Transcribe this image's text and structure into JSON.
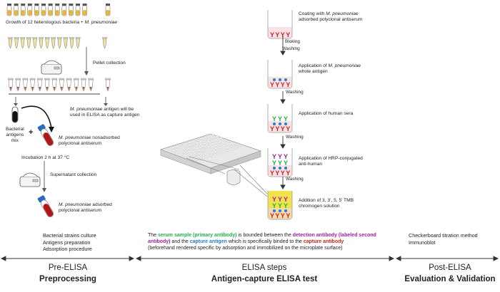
{
  "preprocessing": {
    "growth_label": "Growth of 12 heterologous bacteria",
    "plus": "+",
    "mpneu": "M. pneumoniae",
    "pellet": "Pellet collection",
    "antigen_note_a": "M. pneumoniae",
    "antigen_note_b": " antigen will be",
    "antigen_note_c": "used in ELISA as capture antigen",
    "bacterial_mix": [
      "Bacterial",
      "antigens",
      "mix"
    ],
    "plus2": "+",
    "nonadsorbed_a": "M. pneumoniae",
    "nonadsorbed_b": " nonadsorbed",
    "nonadsorbed_c": "polyclonal antiserum",
    "incubation": "Incubation 2 h at 37 °C",
    "supernatant": "Supernatant collection",
    "adsorbed_a": "M. pneumoniae",
    "adsorbed_b": " adsorbed",
    "adsorbed_c": "polyclonal antiserum"
  },
  "elisa_steps": [
    {
      "lines": [
        "Coating with ",
        "M. pneumoniae",
        "adsorbed polyclonal antiserum"
      ]
    },
    {
      "lines": [
        "Application of ",
        "M. pneumoniae",
        "whole antigen"
      ]
    },
    {
      "lines": [
        "Application of human sera",
        "",
        ""
      ]
    },
    {
      "lines": [
        "Application of HRP-conjugated",
        "",
        "anti-human"
      ]
    },
    {
      "lines": [
        "Addition of 3, 3’, 5, 5’ TMB",
        "",
        "chromogen solution"
      ]
    }
  ],
  "washes": {
    "bloking": "Bloking",
    "w1": "Washing",
    "w2": "Washing",
    "w3": "Washing",
    "w4": "Washing"
  },
  "bottom": {
    "left_list": [
      "Bacterial strains culture",
      "Antigens preparation",
      "Adsorption procedure"
    ],
    "right_list": [
      "Checkerboard titration method",
      "Immunoblot"
    ],
    "desc": {
      "p1": "The ",
      "serum": "serum sample (primary antibody)",
      "p2": " is bounded between the ",
      "detection": "detection antibody (labeled second antibody)",
      "p3": " and the ",
      "capture_ag": "capture antigen",
      "p4": " which is specifically binded to the ",
      "capture_ab": "capture antibody",
      "p5": "(beforehand rendered specific by adsorption and immobilized on the microplate surface)"
    }
  },
  "sections": {
    "pre_title": "Pre-ELISA",
    "pre_sub": "Preprocessing",
    "mid_title": "ELISA steps",
    "mid_sub": "Antigen-capture ELISA test",
    "post_title": "Post-ELISA",
    "post_sub": "Evaluation & Validation"
  },
  "colors": {
    "green": "#22b14c",
    "purple": "#a020a0",
    "blue": "#1f7fd0",
    "red": "#d01f1f",
    "yellow": "#f2e34a"
  }
}
